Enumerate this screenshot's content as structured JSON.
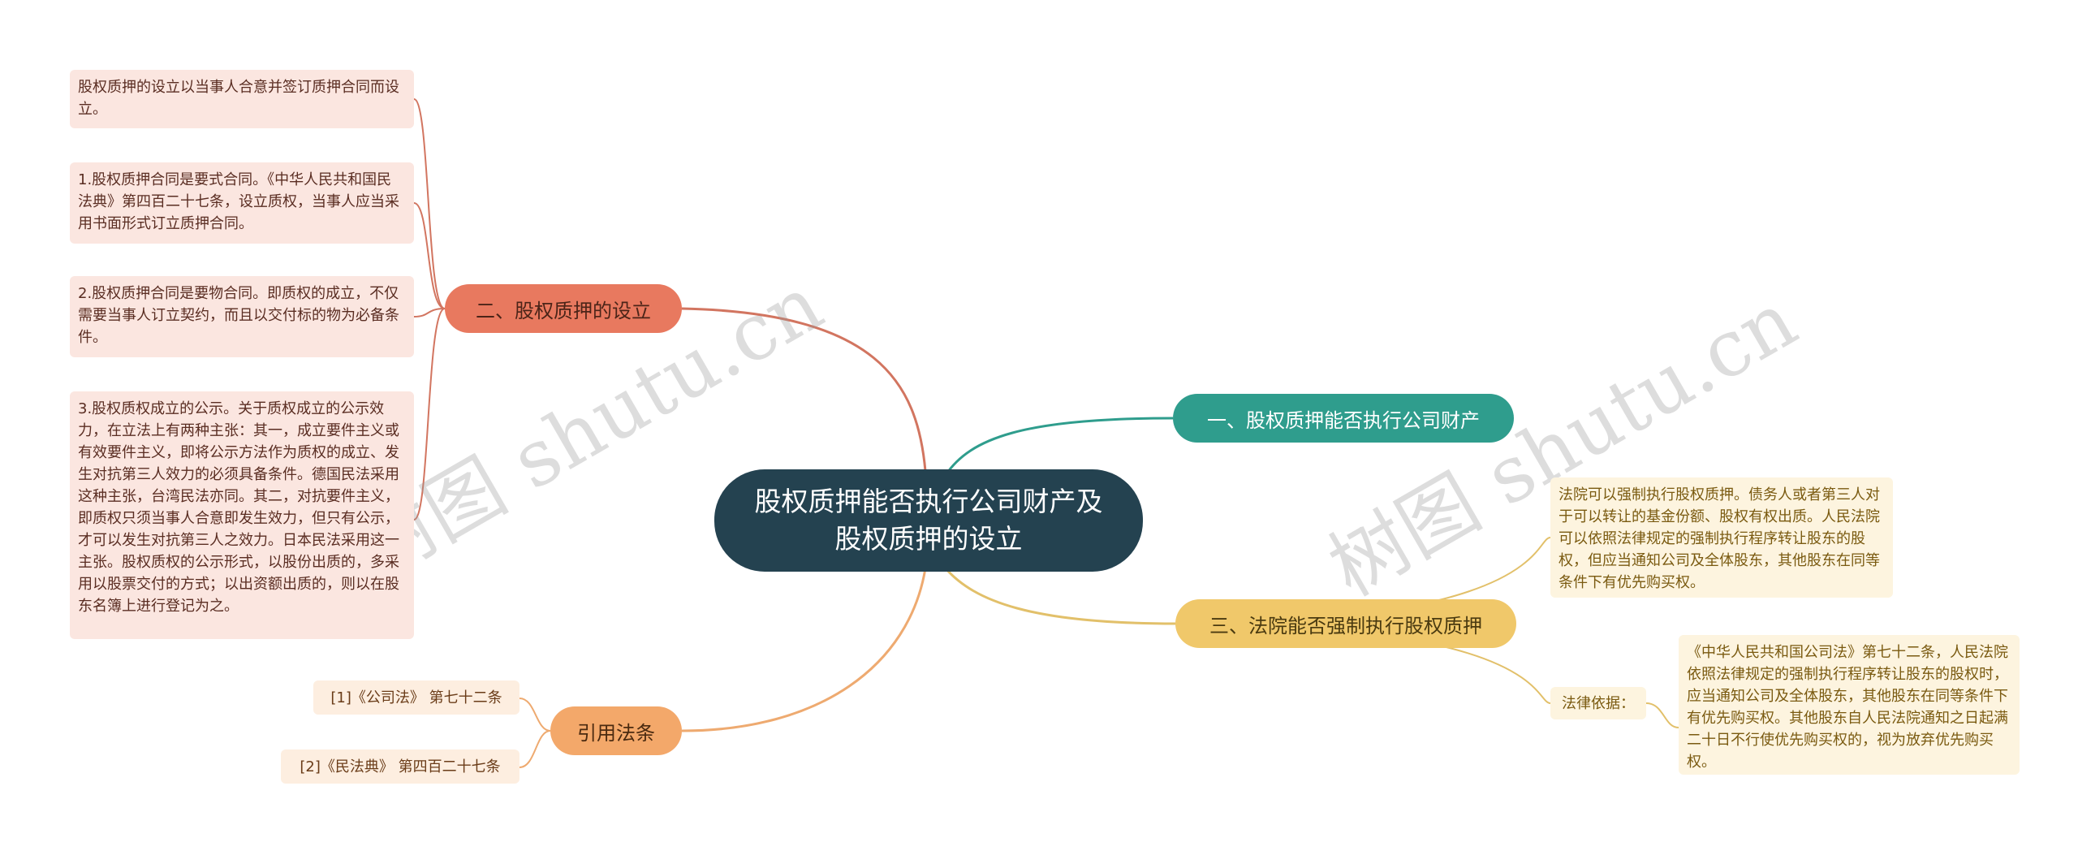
{
  "root": {
    "title": "股权质押能否执行公司财产及股权质押的设立"
  },
  "branches": {
    "b1": {
      "label": "一、股权质押能否执行公司财产"
    },
    "b2": {
      "label": "二、股权质押的设立",
      "leaves": [
        "股权质押的设立以当事人合意并签订质押合同而设立。",
        "1.股权质押合同是要式合同。《中华人民共和国民法典》第四百二十七条，设立质权，当事人应当采用书面形式订立质押合同。",
        "2.股权质押合同是要物合同。即质权的成立，不仅需要当事人订立契约，而且以交付标的物为必备条件。",
        "3.股权质权成立的公示。关于质权成立的公示效力，在立法上有两种主张：其一，成立要件主义或有效要件主义，即将公示方法作为质权的成立、发生对抗第三人效力的必须具备条件。德国民法采用这种主张，台湾民法亦同。其二，对抗要件主义，即质权只须当事人合意即发生效力，但只有公示，才可以发生对抗第三人之效力。日本民法采用这一主张。股权质权的公示形式，以股份出质的，多采用以股票交付的方式；以出资额出质的，则以在股东名簿上进行登记为之。"
      ]
    },
    "b3": {
      "label": "三、法院能否强制执行股权质押",
      "leaf_main": "法院可以强制执行股权质押。债务人或者第三人对于可以转让的基金份额、股权有权出质。人民法院可以依照法律规定的强制执行程序转让股东的股权，但应当通知公司及全体股东，其他股东在同等条件下有优先购买权。",
      "basis_label": "法律依据：",
      "basis_text": "《中华人民共和国公司法》第七十二条，人民法院依照法律规定的强制执行程序转让股东的股权时，应当通知公司及全体股东，其他股东在同等条件下有优先购买权。其他股东自人民法院通知之日起满二十日不行使优先购买权的，视为放弃优先购买权。"
    },
    "b4": {
      "label": "引用法条",
      "leaves": [
        "[1]《公司法》 第七十二条",
        "[2]《民法典》 第四百二十七条"
      ]
    }
  },
  "watermarks": [
    "树图 shutu.cn",
    "树图 shutu.cn"
  ],
  "colors": {
    "root": "#244250",
    "red": "#e8795f",
    "teal": "#2f9d8d",
    "yellow": "#f0c86a",
    "orange": "#f3a86a",
    "red_line": "#d27560",
    "teal_line": "#2f9d8d",
    "yellow_line": "#e2c06a",
    "orange_line": "#eeaa70"
  }
}
